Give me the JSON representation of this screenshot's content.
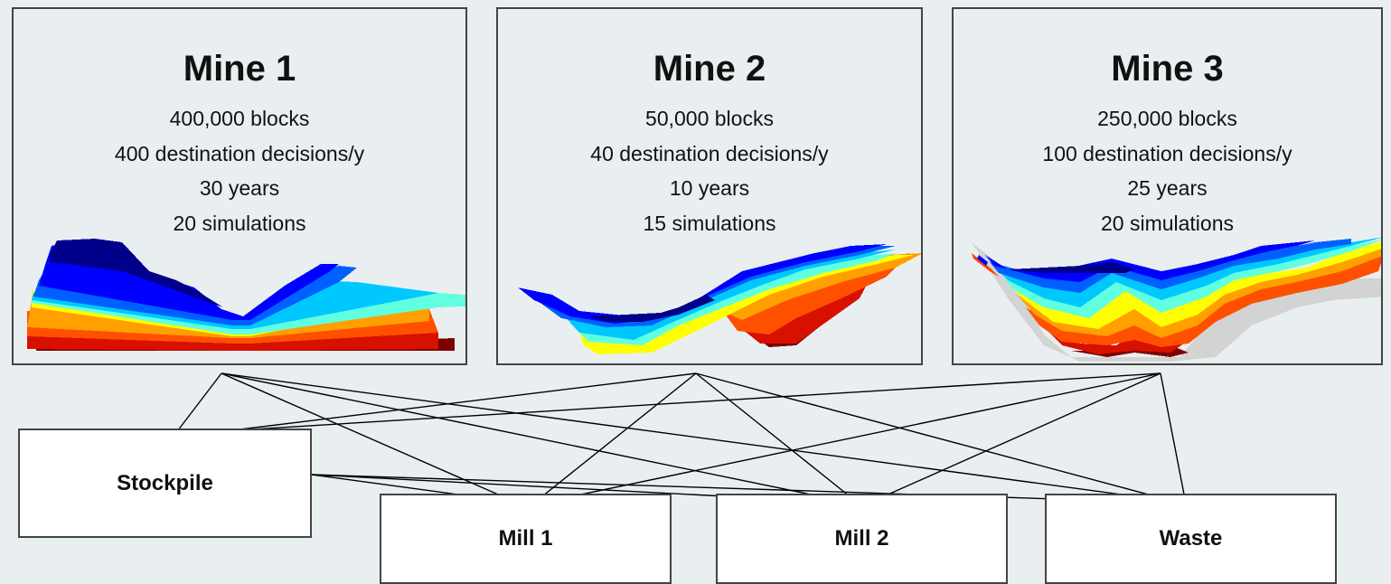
{
  "mines": [
    {
      "title": "Mine 1",
      "blocks": "400,000 blocks",
      "decisions": "400 destination decisions/y",
      "years": "30 years",
      "simulations": "20 simulations"
    },
    {
      "title": "Mine 2",
      "blocks": "50,000 blocks",
      "decisions": "40 destination decisions/y",
      "years": "10 years",
      "simulations": "15 simulations"
    },
    {
      "title": "Mine 3",
      "blocks": "250,000 blocks",
      "decisions": "100 destination decisions/y",
      "years": "25 years",
      "simulations": "20 simulations"
    }
  ],
  "destinations": {
    "stockpile": "Stockpile",
    "mill1": "Mill 1",
    "mill2": "Mill 2",
    "waste": "Waste"
  },
  "colors": {
    "background": "#e9eff1",
    "border": "#444444",
    "arrow": "#000000",
    "grade_scale": [
      "#00008b",
      "#0000ff",
      "#0060ff",
      "#00c8ff",
      "#60ffe0",
      "#ffff00",
      "#ffa000",
      "#ff4000",
      "#c00000",
      "#800000"
    ]
  }
}
